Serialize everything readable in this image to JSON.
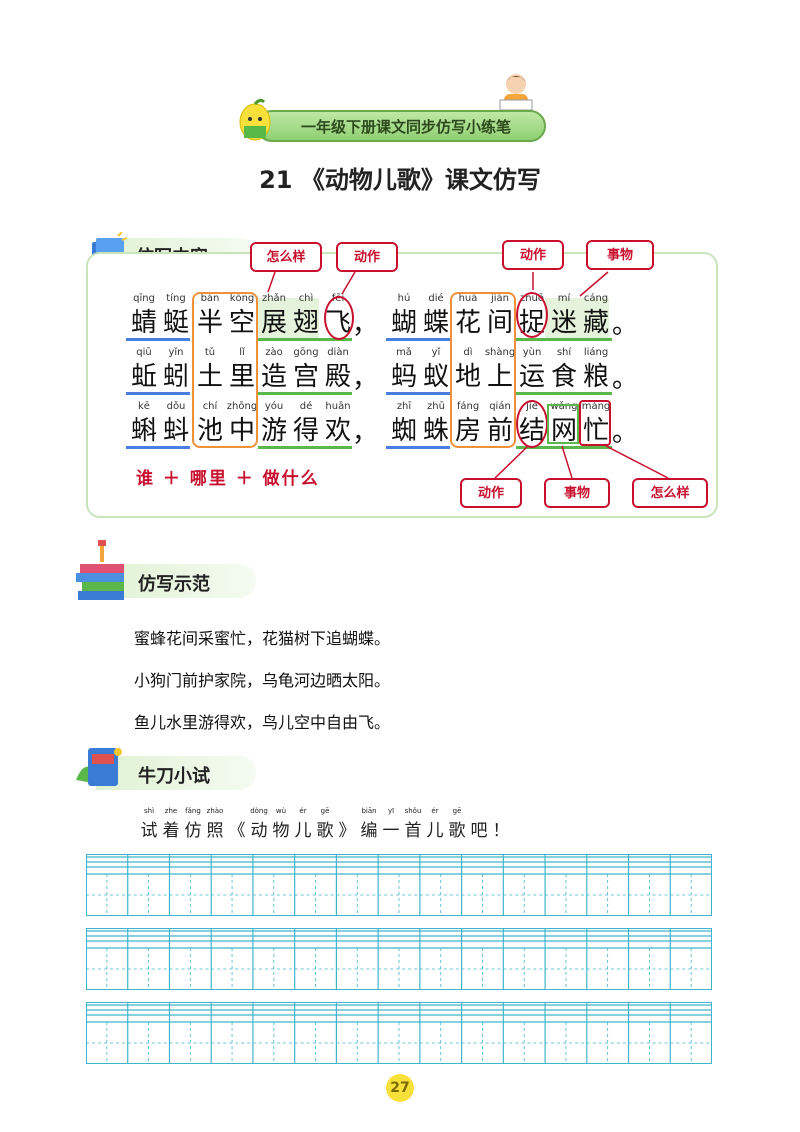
{
  "header": {
    "series": "一年级下册课文同步仿写小练笔",
    "title": "21 《动物儿歌》课文仿写"
  },
  "sections": {
    "content": "仿写内容",
    "example": "仿写示范",
    "try": "牛刀小试"
  },
  "poem": {
    "rows": [
      {
        "chars": [
          [
            "qīng",
            "蜻"
          ],
          [
            "tíng",
            "蜓"
          ],
          [
            "bàn",
            "半"
          ],
          [
            "kōng",
            "空"
          ],
          [
            "zhǎn",
            "展"
          ],
          [
            "chì",
            "翅"
          ],
          [
            "fēi",
            "飞"
          ],
          [
            "",
            "，"
          ],
          [
            "hú",
            "蝴"
          ],
          [
            "dié",
            "蝶"
          ],
          [
            "huā",
            "花"
          ],
          [
            "jiān",
            "间"
          ],
          [
            "zhuō",
            "捉"
          ],
          [
            "mí",
            "迷"
          ],
          [
            "cáng",
            "藏"
          ],
          [
            "",
            "。"
          ]
        ]
      },
      {
        "chars": [
          [
            "qiū",
            "蚯"
          ],
          [
            "yǐn",
            "蚓"
          ],
          [
            "tǔ",
            "土"
          ],
          [
            "lǐ",
            "里"
          ],
          [
            "zào",
            "造"
          ],
          [
            "gōng",
            "宫"
          ],
          [
            "diàn",
            "殿"
          ],
          [
            "",
            "，"
          ],
          [
            "mǎ",
            "蚂"
          ],
          [
            "yǐ",
            "蚁"
          ],
          [
            "dì",
            "地"
          ],
          [
            "shàng",
            "上"
          ],
          [
            "yùn",
            "运"
          ],
          [
            "shí",
            "食"
          ],
          [
            "liáng",
            "粮"
          ],
          [
            "",
            "。"
          ]
        ]
      },
      {
        "chars": [
          [
            "kē",
            "蝌"
          ],
          [
            "dǒu",
            "蚪"
          ],
          [
            "chí",
            "池"
          ],
          [
            "zhōng",
            "中"
          ],
          [
            "yóu",
            "游"
          ],
          [
            "dé",
            "得"
          ],
          [
            "huān",
            "欢"
          ],
          [
            "",
            "，"
          ],
          [
            "zhī",
            "蜘"
          ],
          [
            "zhū",
            "蛛"
          ],
          [
            "fáng",
            "房"
          ],
          [
            "qián",
            "前"
          ],
          [
            "jié",
            "结"
          ],
          [
            "wǎng",
            "网"
          ],
          [
            "máng",
            "忙"
          ],
          [
            "",
            "。"
          ]
        ]
      }
    ]
  },
  "callouts": {
    "how1": "怎么样",
    "act1": "动作",
    "act2": "动作",
    "thing1": "事物",
    "act3": "动作",
    "thing2": "事物",
    "how2": "怎么样"
  },
  "formula": "谁 ＋ 哪里 ＋ 做什么",
  "examples": [
    "蜜蜂花间采蜜忙，花猫树下追蝴蝶。",
    "小狗门前护家院，乌龟河边晒太阳。",
    "鱼儿水里游得欢，鸟儿空中自由飞。"
  ],
  "prompt": [
    [
      "shì",
      "试"
    ],
    [
      "zhe",
      "着"
    ],
    [
      "fǎng",
      "仿"
    ],
    [
      "zhào",
      "照"
    ],
    [
      "",
      "《"
    ],
    [
      "dòng",
      "动"
    ],
    [
      "wù",
      "物"
    ],
    [
      "ér",
      "儿"
    ],
    [
      "gē",
      "歌"
    ],
    [
      "",
      "》"
    ],
    [
      "biān",
      "编"
    ],
    [
      "yī",
      "一"
    ],
    [
      "shǒu",
      "首"
    ],
    [
      "ér",
      "儿"
    ],
    [
      "gē",
      "歌"
    ],
    [
      "",
      "吧"
    ],
    [
      "",
      "！"
    ]
  ],
  "page_number": "27",
  "colors": {
    "callout_red": "#c8102e",
    "orange_box": "#f0903a",
    "grid_cyan": "#3fb5cc",
    "tab_green": "#dff2d3"
  }
}
